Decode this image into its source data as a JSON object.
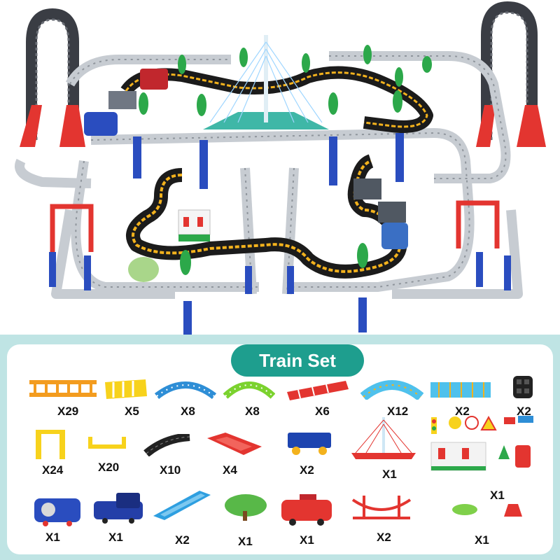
{
  "header": {
    "title": "Train Set"
  },
  "colors": {
    "track_gray": "#c7ccd2",
    "track_black": "#1b1b1b",
    "rail_yellow": "#f3b21d",
    "support_blue": "#2a4dbf",
    "bridge_red": "#e33530",
    "loop_dark": "#3a3d44",
    "accent_teal": "#1e9e8e",
    "panel_bg": "#bfe4e4"
  },
  "parts": [
    {
      "name": "orange-straight-track",
      "qty": "X29",
      "icon": "orange-track-icon"
    },
    {
      "name": "yellow-short-track",
      "qty": "X5",
      "icon": "yellow-track-icon"
    },
    {
      "name": "blue-curved-track",
      "qty": "X8",
      "icon": "blue-curve-icon"
    },
    {
      "name": "green-curved-track",
      "qty": "X8",
      "icon": "green-curve-icon"
    },
    {
      "name": "red-straight-track",
      "qty": "X6",
      "icon": "red-track-icon"
    },
    {
      "name": "cyan-curved-track",
      "qty": "X12",
      "icon": "cyan-curve-icon"
    },
    {
      "name": "cyan-straight-track",
      "qty": "X2",
      "icon": "cyan-track-icon"
    },
    {
      "name": "black-connector",
      "qty": "X2",
      "icon": "connector-icon"
    },
    {
      "name": "yellow-pillar",
      "qty": "X24",
      "icon": "pillar-icon"
    },
    {
      "name": "yellow-bracket",
      "qty": "X20",
      "icon": "bracket-icon"
    },
    {
      "name": "black-curved-track",
      "qty": "X10",
      "icon": "black-curve-icon"
    },
    {
      "name": "red-ramp-track",
      "qty": "X4",
      "icon": "red-ramp-icon"
    },
    {
      "name": "blue-wagon",
      "qty": "X2",
      "icon": "wagon-icon"
    },
    {
      "name": "cable-bridge",
      "qty": "X1",
      "icon": "cable-bridge-icon"
    },
    {
      "name": "accessory-set",
      "qty": "X1",
      "icon": "signs-icon"
    },
    {
      "name": "blue-tank-engine",
      "qty": "X1",
      "icon": "tank-engine-icon"
    },
    {
      "name": "blue-locomotive",
      "qty": "X1",
      "icon": "locomotive-icon"
    },
    {
      "name": "blue-slope-track",
      "qty": "X2",
      "icon": "slope-icon"
    },
    {
      "name": "tree",
      "qty": "X1",
      "icon": "tree-icon"
    },
    {
      "name": "fire-truck",
      "qty": "X1",
      "icon": "fire-truck-icon"
    },
    {
      "name": "red-suspension-bridge",
      "qty": "X2",
      "icon": "suspension-bridge-icon"
    },
    {
      "name": "leaf-and-cone",
      "qty": "X1",
      "icon": "leaf-icon"
    }
  ]
}
